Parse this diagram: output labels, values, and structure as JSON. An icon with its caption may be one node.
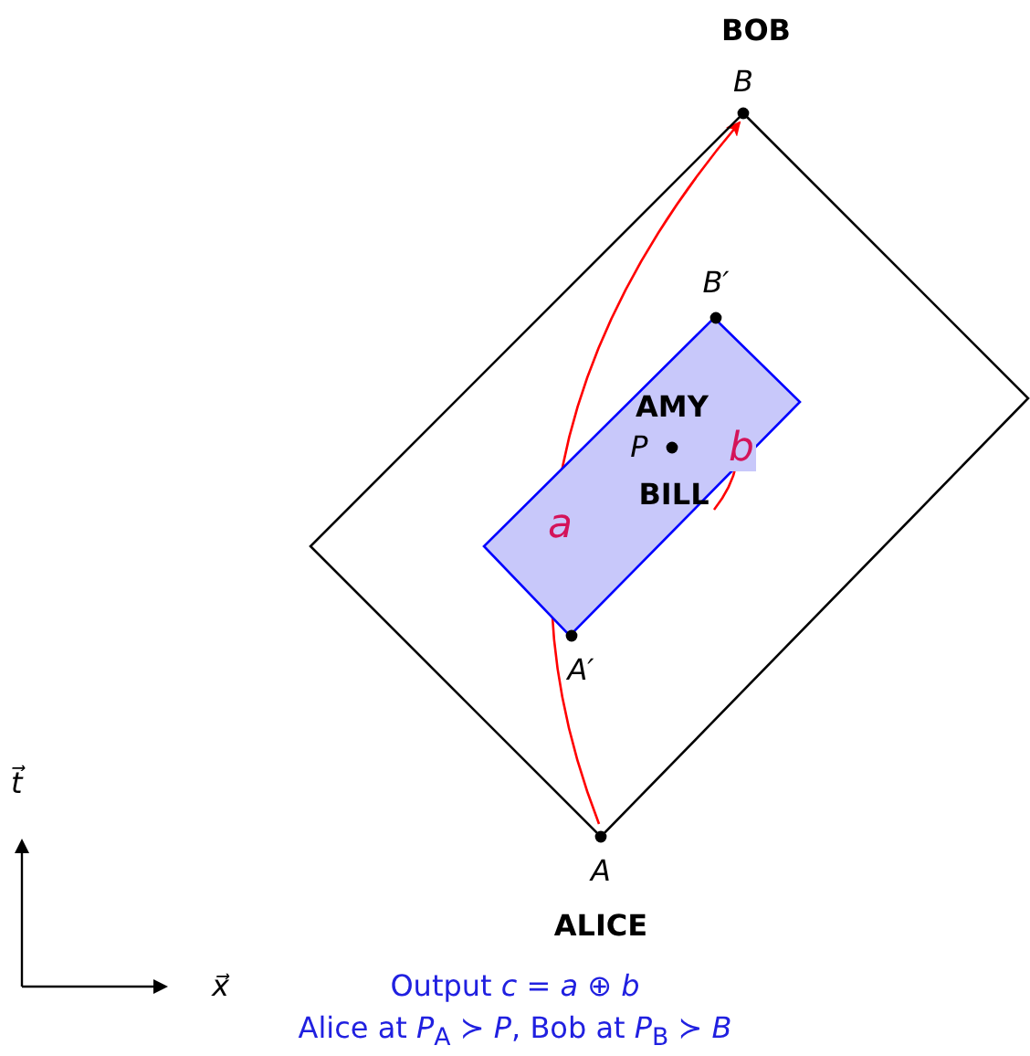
{
  "diagram": {
    "nodes": [
      {
        "text": [],
        "shape": "diamond"
      },
      {
        "text": [],
        "shape": "box",
        "in": 0
      },
      {
        "text": [
          "A"
        ],
        "beside": [
          "ALICE"
        ]
      },
      {
        "text": [
          "B"
        ],
        "beside": [
          "BOB"
        ]
      },
      {
        "text": [
          "A′"
        ],
        "in": 0
      },
      {
        "text": [
          "B′"
        ],
        "in": 0
      },
      {
        "text": [
          "AMY"
        ],
        "in": 1
      },
      {
        "text": [
          "P"
        ],
        "in": 1
      },
      {
        "text": [
          "BILL"
        ],
        "in": 1
      }
    ],
    "edges": [
      {
        "from": 2,
        "to": 3,
        "arrow": "to",
        "label": "a",
        "color": "#ff0000"
      },
      {
        "from": 8,
        "to": 6,
        "arrow": "to",
        "label": "b",
        "color": "#ff0000"
      }
    ],
    "labels": [
      "t⃗",
      "x⃗",
      "Output *c* = *a* ⊕ *b*",
      "Alice at *P*$_{A}$ ≻ *P*, Bob at *P*$_{B}$ ≻ *B*"
    ]
  }
}
